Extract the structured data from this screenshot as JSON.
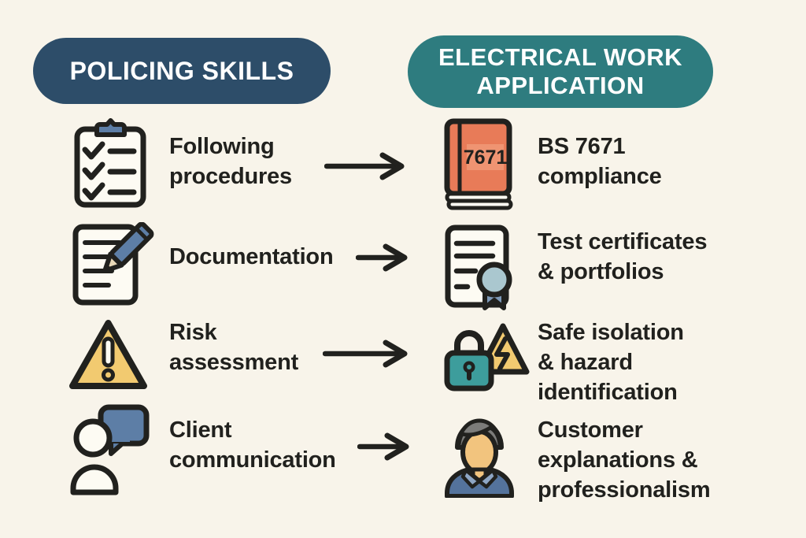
{
  "headers": {
    "left": {
      "label": "POLICING SKILLS",
      "color": "#2d4d69"
    },
    "right": {
      "label": "ELECTRICAL WORK\nAPPLICATION",
      "color": "#2e7c7f"
    }
  },
  "rows": [
    {
      "skill": "Following\nprocedures",
      "application": "BS 7671\ncompliance",
      "skill_icon": "clipboard-checklist-icon",
      "application_icon": "regulations-book-icon",
      "book_label": "7671"
    },
    {
      "skill": "Documentation",
      "application": "Test certificates\n& portfolios",
      "skill_icon": "document-pencil-icon",
      "application_icon": "certificate-medal-icon"
    },
    {
      "skill": "Risk\nassessment",
      "application": "Safe isolation\n& hazard\nidentification",
      "skill_icon": "warning-triangle-icon",
      "application_icon": "padlock-hazard-icon"
    },
    {
      "skill": "Client\ncommunication",
      "application": "Customer\nexplanations &\nprofessionalism",
      "skill_icon": "person-speech-bubble-icon",
      "application_icon": "customer-avatar-icon"
    }
  ],
  "palette": {
    "background": "#f8f4ea",
    "ink": "#21211e",
    "navy_pill": "#2d4d69",
    "teal_pill": "#2e7c7f",
    "slate_blue": "#5d7ea6",
    "book_orange": "#e87b58",
    "warning_yellow": "#f2ca70",
    "lock_teal": "#3d9d9c",
    "medal_blue": "#aac7cf",
    "ribbon_blue": "#7e9ab9",
    "hair_grey": "#7c7c7a",
    "skin_tan": "#f2c47e",
    "shirt_blue": "#54739c",
    "paper_white": "#fdfbf3"
  }
}
